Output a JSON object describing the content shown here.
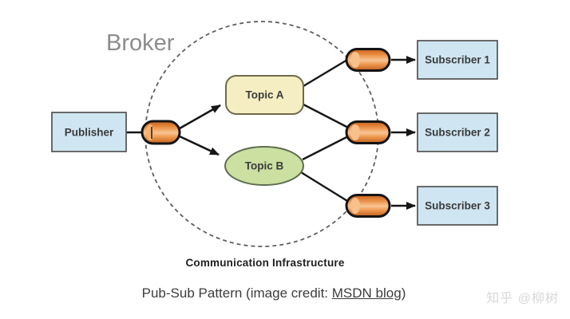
{
  "diagram": {
    "broker_label": "Broker",
    "infrastructure_label": "Communication Infrastructure",
    "publisher": {
      "label": "Publisher"
    },
    "topics": [
      {
        "label": "Topic A"
      },
      {
        "label": "Topic B"
      }
    ],
    "subscribers": [
      {
        "label": "Subscriber 1"
      },
      {
        "label": "Subscriber 2"
      },
      {
        "label": "Subscriber 3"
      }
    ],
    "colors": {
      "endpoint_fill": "#cfe6f2",
      "endpoint_border": "#5a5a5a",
      "topic_a_fill": "#f5eec3",
      "topic_a_border": "#6f6a49",
      "topic_b_fill": "#cbe0a1",
      "topic_b_border": "#5d6e4f",
      "broker_text": "#8c8c8c",
      "pipe_orange": "#e8873c"
    }
  },
  "caption": {
    "prefix": "Pub-Sub Pattern (image credit: ",
    "link_text": "MSDN blog",
    "suffix": ")"
  },
  "watermark": {
    "text": "知乎 @柳树"
  }
}
